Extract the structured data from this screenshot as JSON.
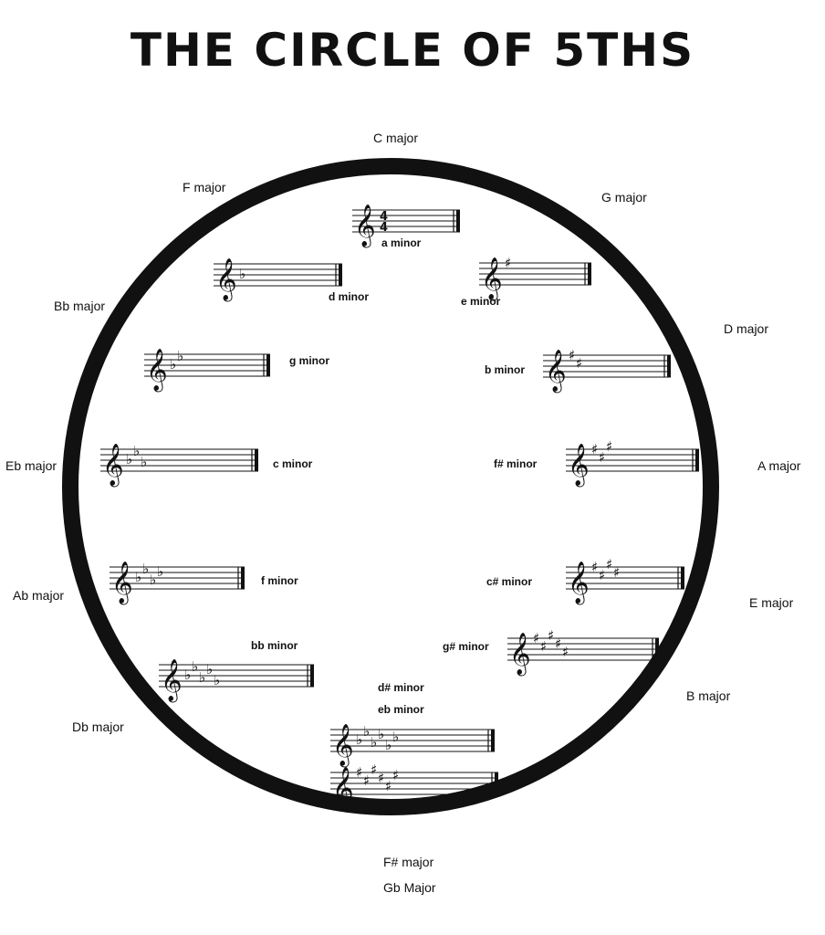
{
  "title": "THE CIRCLE OF 5THS",
  "colors": {
    "ink": "#111111",
    "background": "#ffffff"
  },
  "major_keys": [
    {
      "label": "C major"
    },
    {
      "label": "G major"
    },
    {
      "label": "D major"
    },
    {
      "label": "A major"
    },
    {
      "label": "E major"
    },
    {
      "label": "B major"
    },
    {
      "label": "F# major"
    },
    {
      "label": "Gb Major"
    },
    {
      "label": "Db major"
    },
    {
      "label": "Ab major"
    },
    {
      "label": "Eb major"
    },
    {
      "label": "Bb major"
    },
    {
      "label": "F major"
    }
  ],
  "minor_keys": [
    {
      "label": "a minor"
    },
    {
      "label": "e minor"
    },
    {
      "label": "b minor"
    },
    {
      "label": "f# minor"
    },
    {
      "label": "c# minor"
    },
    {
      "label": "g# minor"
    },
    {
      "label": "d# minor"
    },
    {
      "label": "eb minor"
    },
    {
      "label": "bb minor"
    },
    {
      "label": "f minor"
    },
    {
      "label": "c minor"
    },
    {
      "label": "g minor"
    },
    {
      "label": "d minor"
    }
  ],
  "staves": [
    {
      "key": "C",
      "accidental": "none",
      "count": 0,
      "time_signature": [
        "4",
        "4"
      ]
    },
    {
      "key": "G",
      "accidental": "sharp",
      "count": 1
    },
    {
      "key": "D",
      "accidental": "sharp",
      "count": 2
    },
    {
      "key": "A",
      "accidental": "sharp",
      "count": 3
    },
    {
      "key": "E",
      "accidental": "sharp",
      "count": 4
    },
    {
      "key": "B",
      "accidental": "sharp",
      "count": 5
    },
    {
      "key": "F#",
      "accidental": "sharp",
      "count": 6
    },
    {
      "key": "Gb",
      "accidental": "flat",
      "count": 6
    },
    {
      "key": "Db",
      "accidental": "flat",
      "count": 5
    },
    {
      "key": "Ab",
      "accidental": "flat",
      "count": 4
    },
    {
      "key": "Eb",
      "accidental": "flat",
      "count": 3
    },
    {
      "key": "Bb",
      "accidental": "flat",
      "count": 2
    },
    {
      "key": "F",
      "accidental": "flat",
      "count": 1
    }
  ]
}
